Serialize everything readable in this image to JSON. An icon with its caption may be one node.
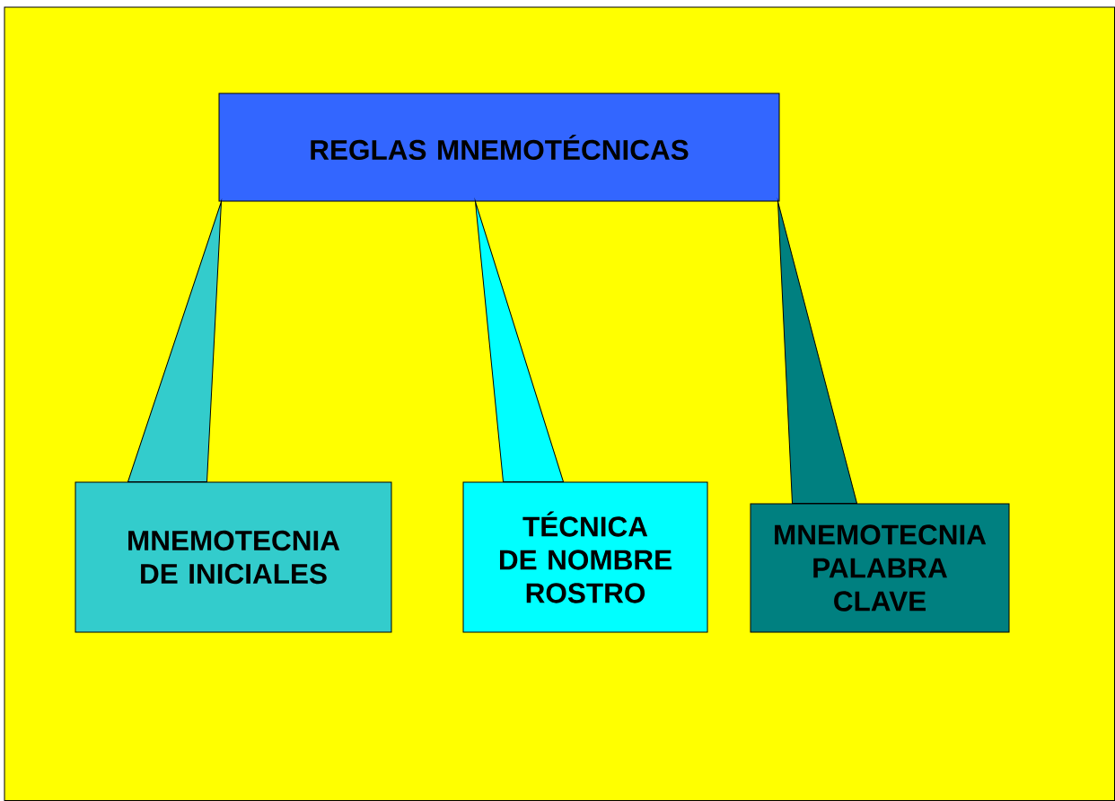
{
  "diagram": {
    "nodes": [
      {
        "text": [
          "REGLAS MNEMOTÉCNICAS"
        ]
      },
      {
        "text": [
          "MNEMOTECNIA DE INICIALES"
        ]
      },
      {
        "text": [
          "TÉCNICA DE NOMBRE ROSTRO"
        ]
      },
      {
        "text": [
          "MNEMOTECNIA PALABRA CLAVE"
        ]
      }
    ],
    "edges": [
      {
        "from": 1,
        "to": 0,
        "arrow": "none",
        "color": "#33cccc"
      },
      {
        "from": 2,
        "to": 0,
        "arrow": "none",
        "color": "#00ffff"
      },
      {
        "from": 3,
        "to": 0,
        "arrow": "none",
        "color": "#008080"
      }
    ]
  }
}
